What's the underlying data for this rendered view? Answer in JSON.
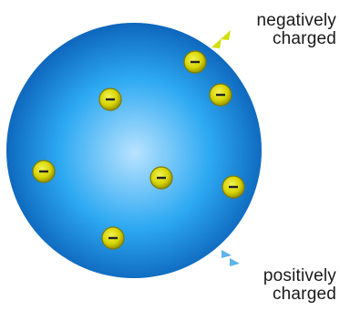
{
  "diagram": {
    "sphere": {
      "icon": "positive-charge-sphere",
      "color_center": "#b9e3ff",
      "color_mid": "#2da9f2",
      "color_edge": "#0a5fb6"
    },
    "electron": {
      "icon": "electron",
      "symbol": "−",
      "fill": "#d6d400",
      "rim": "#7f7a00"
    },
    "callouts": {
      "negative": {
        "line1": "negatively",
        "line2": "charged",
        "arrow_color": "#d3e000"
      },
      "positive": {
        "line1": "positively",
        "line2": "charged",
        "arrow_color": "#5fb4ea"
      }
    }
  }
}
